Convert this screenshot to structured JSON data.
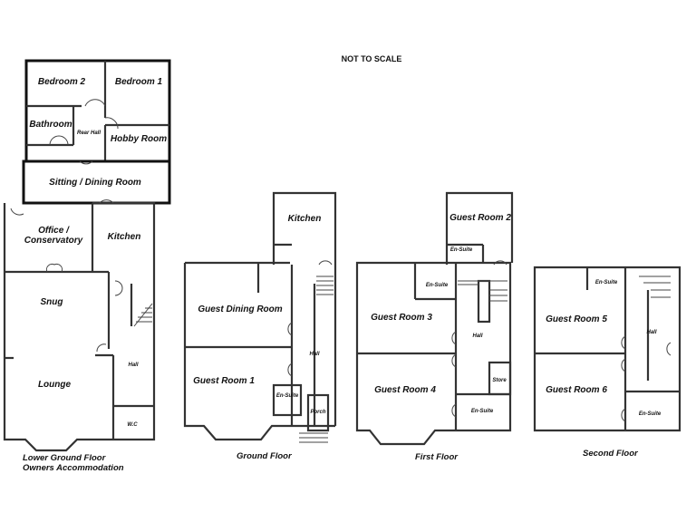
{
  "title": "NOT TO SCALE",
  "floors": {
    "lower_ground": {
      "caption_line1": "Lower Ground Floor",
      "caption_line2": "Owners Accommodation",
      "rooms": {
        "bedroom2": "Bedroom 2",
        "bedroom1": "Bedroom 1",
        "bathroom": "Bathroom",
        "rear_hall": "Rear Hall",
        "hobby": "Hobby Room",
        "sitting": "Sitting / Dining Room",
        "office1": "Office /",
        "office2": "Conservatory",
        "kitchen": "Kitchen",
        "snug": "Snug",
        "lounge": "Lounge",
        "hall": "Hall",
        "wc": "W.C"
      }
    },
    "ground": {
      "caption": "Ground Floor",
      "rooms": {
        "kitchen": "Kitchen",
        "dining": "Guest Dining Room",
        "guest1": "Guest Room 1",
        "hall": "Hall",
        "ensuite": "En-Suite",
        "porch": "Porch"
      }
    },
    "first": {
      "caption": "First Floor",
      "rooms": {
        "guest2": "Guest Room 2",
        "ensuite2": "En-Suite",
        "guest3": "Guest Room 3",
        "ensuite3": "En-Suite",
        "hall": "Hall",
        "guest4": "Guest Room 4",
        "store": "Store",
        "ensuite4": "En-Suite"
      }
    },
    "second": {
      "caption": "Second Floor",
      "rooms": {
        "guest5": "Guest Room 5",
        "ensuite5": "En-Suite",
        "hall": "Hall",
        "guest6": "Guest Room 6",
        "ensuite6": "En-Suite"
      }
    }
  }
}
